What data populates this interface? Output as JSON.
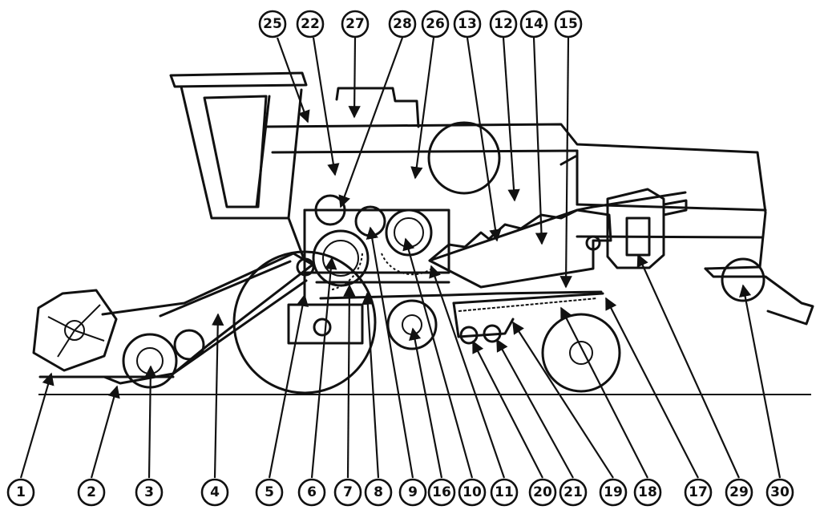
{
  "callouts_top": [
    "25",
    "22",
    "27",
    "28",
    "26",
    "13",
    "12",
    "14",
    "15"
  ],
  "callouts_bottom": [
    "1",
    "2",
    "3",
    "4",
    "5",
    "6",
    "7",
    "8",
    "9",
    "16",
    "10",
    "11",
    "20",
    "21",
    "19",
    "18",
    "17",
    "29",
    "30"
  ]
}
